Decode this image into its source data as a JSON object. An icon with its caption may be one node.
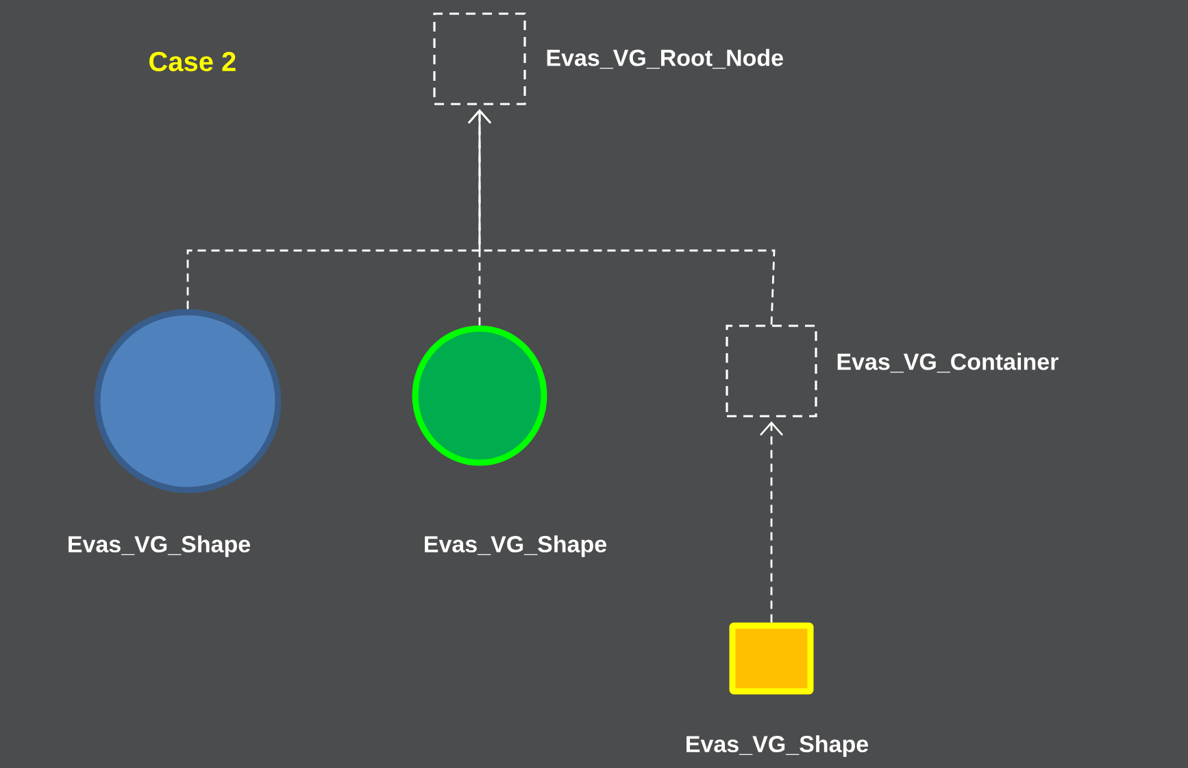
{
  "diagram": {
    "nodes": [
      {
        "text": [],
        "shape": "box",
        "beside": [
          "Evas_VG_Root_Node"
        ]
      },
      {
        "text": [],
        "shape": "circle",
        "beside": [
          "Evas_VG_Shape"
        ]
      },
      {
        "text": [],
        "shape": "circle",
        "beside": [
          "Evas_VG_Shape"
        ]
      },
      {
        "text": [],
        "shape": "box",
        "beside": [
          "Evas_VG_Container"
        ]
      },
      {
        "text": [],
        "shape": "box",
        "beside": [
          "Evas_VG_Shape"
        ]
      }
    ],
    "edges": [
      {
        "from": 1,
        "to": 0,
        "arrow": "to",
        "style": "dashed"
      },
      {
        "from": 2,
        "to": 0,
        "arrow": "to",
        "style": "dashed"
      },
      {
        "from": 3,
        "to": 0,
        "arrow": "to",
        "style": "dashed"
      },
      {
        "from": 4,
        "to": 3,
        "arrow": "to",
        "style": "dashed"
      }
    ],
    "labels": [
      "Case 2"
    ]
  }
}
